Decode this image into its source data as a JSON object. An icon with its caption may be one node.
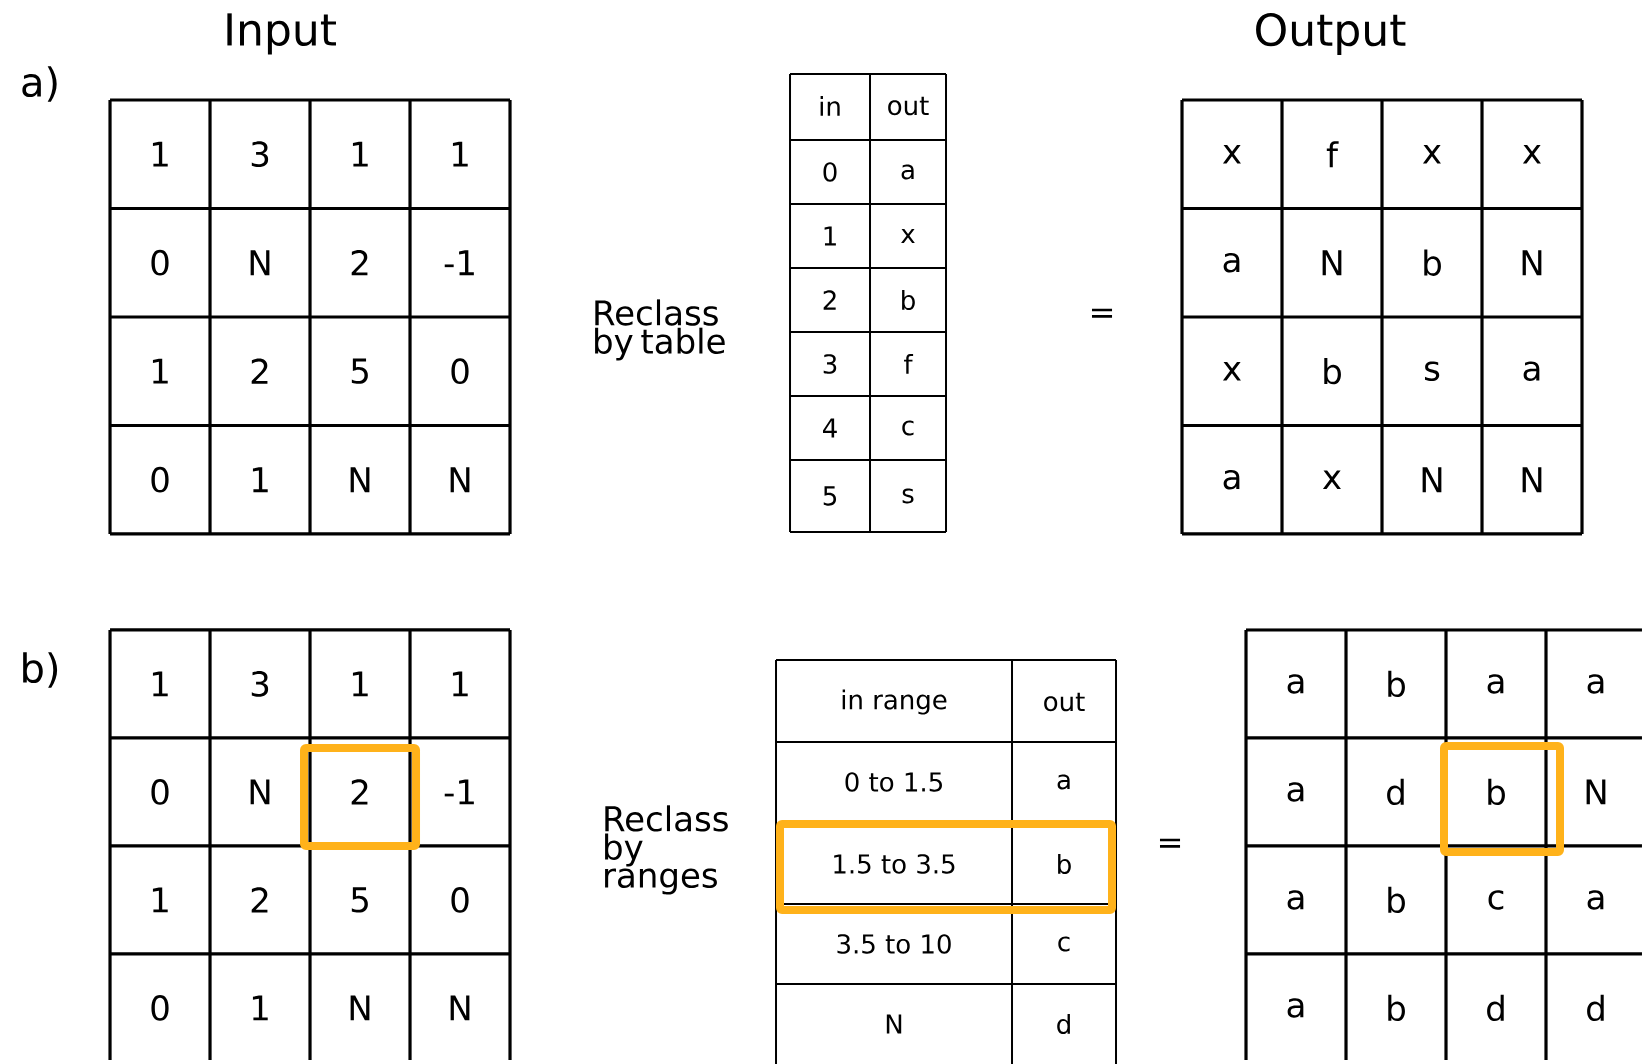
{
  "diagram": {
    "labels": [
      "Input",
      "Output",
      "a)",
      "1",
      "3",
      "1",
      "1",
      "0",
      "N",
      "2",
      "-1",
      "1",
      "2",
      "5",
      "0",
      "0",
      "1",
      "N",
      "N",
      "Reclass by table",
      "in",
      "out",
      "0",
      "a",
      "1",
      "x",
      "2",
      "b",
      "3",
      "f",
      "4",
      "c",
      "5",
      "s",
      "=",
      "x",
      "f",
      "x",
      "x",
      "a",
      "N",
      "b",
      "N",
      "x",
      "b",
      "s",
      "a",
      "a",
      "x",
      "N",
      "N",
      "b)",
      "1",
      "3",
      "1",
      "1",
      "0",
      "N",
      "2",
      "-1",
      "1",
      "2",
      "5",
      "0",
      "0",
      "1",
      "N",
      "N",
      "Reclass by ranges",
      "in range",
      "out",
      "0 to 1.5",
      "a",
      "1.5 to 3.5",
      "b",
      "3.5 to 10",
      "c",
      "N",
      "d",
      "=",
      "a",
      "b",
      "a",
      "a",
      "a",
      "d",
      "b",
      "N",
      "a",
      "b",
      "c",
      "a",
      "a",
      "b",
      "d",
      "d"
    ]
  }
}
